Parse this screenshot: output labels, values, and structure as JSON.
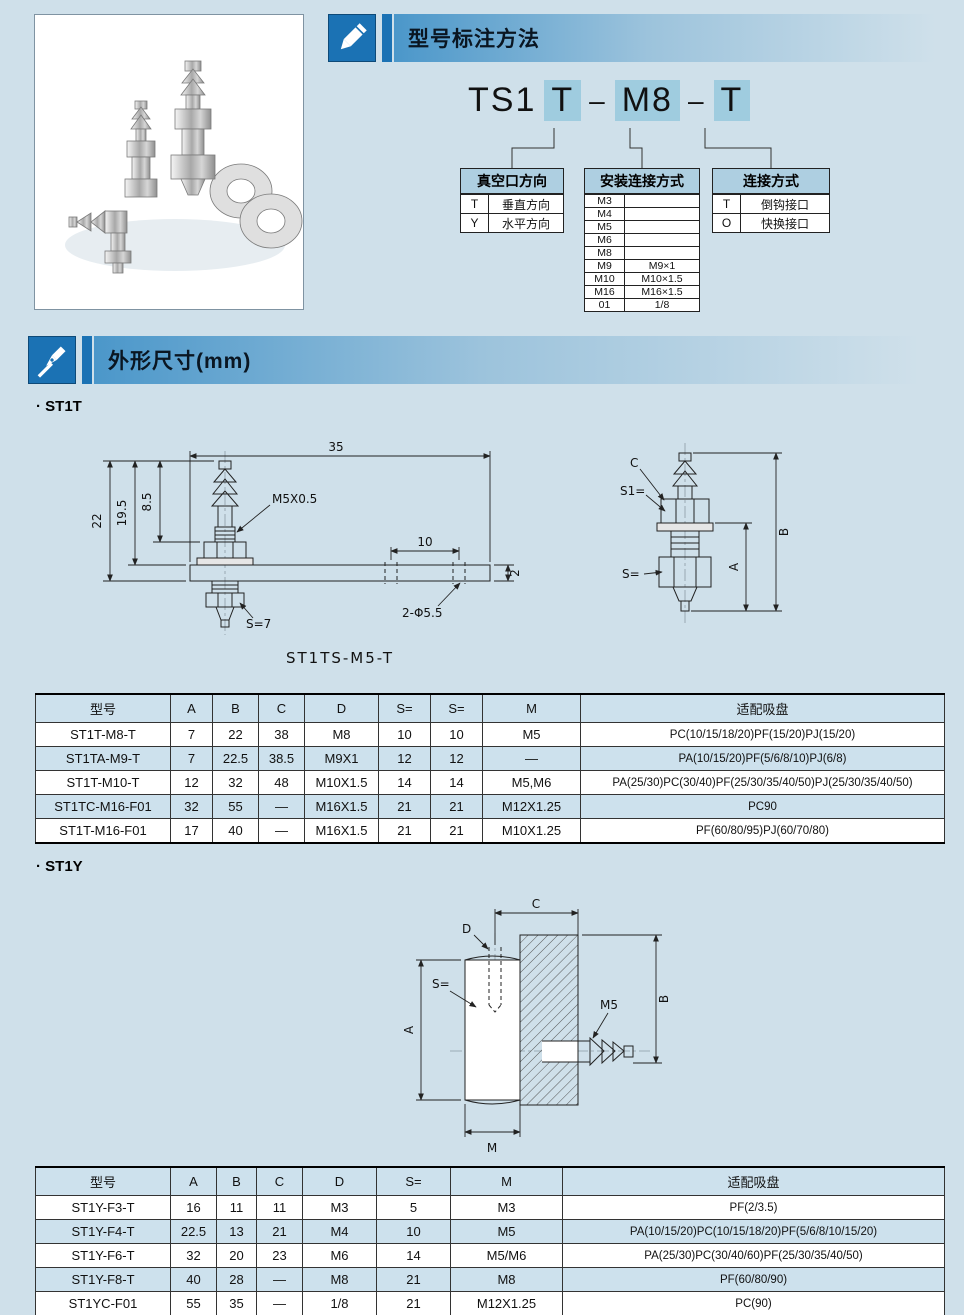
{
  "colors": {
    "accent": "#1b72b4",
    "highlight": "#9fccdf",
    "header_bg": "#aecfe1",
    "table_stripe": "#cde1ed",
    "page_bg": "#cfe0ea"
  },
  "header1": {
    "title": "型号标注方法"
  },
  "code": {
    "prefix": "TS1",
    "seg1": "T",
    "dash1": "–",
    "seg2": "M8",
    "dash2": "–",
    "seg3": "T"
  },
  "selectors": {
    "vacuum": {
      "title": "真空口方向",
      "table": {
        "rows": [
          [
            "T",
            "垂直方向"
          ],
          [
            "Y",
            "水平方向"
          ]
        ]
      }
    },
    "mounting": {
      "title": "安装连接方式",
      "table": {
        "rows": [
          [
            "M3",
            ""
          ],
          [
            "M4",
            ""
          ],
          [
            "M5",
            ""
          ],
          [
            "M6",
            ""
          ],
          [
            "M8",
            ""
          ],
          [
            "M9",
            "M9×1"
          ],
          [
            "M10",
            "M10×1.5"
          ],
          [
            "M16",
            "M16×1.5"
          ],
          [
            "01",
            "1/8"
          ]
        ]
      }
    },
    "connection": {
      "title": "连接方式",
      "table": {
        "rows": [
          [
            "T",
            "倒钩接口"
          ],
          [
            "O",
            "快换接口"
          ]
        ]
      }
    }
  },
  "header2": {
    "title": "外形尺寸(mm)"
  },
  "st1t": {
    "section_label": "· ST1T",
    "drawing": {
      "caption": "ST1TS-M5-T",
      "dim_top": "35",
      "dim_left_inner": "8.5",
      "dim_left_mid": "19.5",
      "dim_left_outer": "22",
      "thread_label": "M5X0.5",
      "dim_arm": "10",
      "wrench_label": "S=7",
      "dim_thickness": "2",
      "holes_label": "2-Φ5.5",
      "side_c": "C",
      "side_s1": "S1=",
      "side_s": "S=",
      "side_b": "B",
      "side_a": "A"
    },
    "table": {
      "headers": [
        "型号",
        "A",
        "B",
        "C",
        "D",
        "S=",
        "S=",
        "M",
        "适配吸盘"
      ],
      "rows": [
        [
          "ST1T-M8-T",
          "7",
          "22",
          "38",
          "M8",
          "10",
          "10",
          "M5",
          "PC(10/15/18/20)PF(15/20)PJ(15/20)"
        ],
        [
          "ST1TA-M9-T",
          "7",
          "22.5",
          "38.5",
          "M9X1",
          "12",
          "12",
          "—",
          "PA(10/15/20)PF(5/6/8/10)PJ(6/8)"
        ],
        [
          "ST1T-M10-T",
          "12",
          "32",
          "48",
          "M10X1.5",
          "14",
          "14",
          "M5,M6",
          "PA(25/30)PC(30/40)PF(25/30/35/40/50)PJ(25/30/35/40/50)"
        ],
        [
          "ST1TC-M16-F01",
          "32",
          "55",
          "—",
          "M16X1.5",
          "21",
          "21",
          "M12X1.25",
          "PC90"
        ],
        [
          "ST1T-M16-F01",
          "17",
          "40",
          "—",
          "M16X1.5",
          "21",
          "21",
          "M10X1.25",
          "PF(60/80/95)PJ(60/70/80)"
        ]
      ]
    }
  },
  "st1y": {
    "section_label": "· ST1Y",
    "drawing": {
      "c": "C",
      "d": "D",
      "s": "S=",
      "m5": "M5",
      "a": "A",
      "b": "B",
      "m": "M"
    },
    "table": {
      "headers": [
        "型号",
        "A",
        "B",
        "C",
        "D",
        "S=",
        "M",
        "适配吸盘"
      ],
      "rows": [
        [
          "ST1Y-F3-T",
          "16",
          "11",
          "11",
          "M3",
          "5",
          "M3",
          "PF(2/3.5)"
        ],
        [
          "ST1Y-F4-T",
          "22.5",
          "13",
          "21",
          "M4",
          "10",
          "M5",
          "PA(10/15/20)PC(10/15/18/20)PF(5/6/8/10/15/20)"
        ],
        [
          "ST1Y-F6-T",
          "32",
          "20",
          "23",
          "M6",
          "14",
          "M5/M6",
          "PA(25/30)PC(30/40/60)PF(25/30/35/40/50)"
        ],
        [
          "ST1Y-F8-T",
          "40",
          "28",
          "—",
          "M8",
          "21",
          "M8",
          "PF(60/80/90)"
        ],
        [
          "ST1YC-F01",
          "55",
          "35",
          "—",
          "1/8",
          "21",
          "M12X1.25",
          "PC(90)"
        ]
      ]
    }
  }
}
